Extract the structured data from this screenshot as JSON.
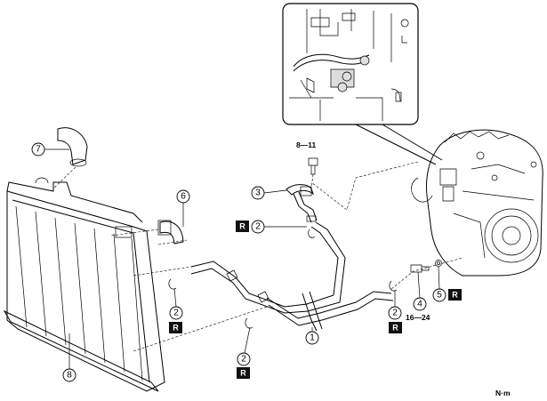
{
  "callouts": {
    "c1": "1",
    "c2a": "2",
    "c2b": "2",
    "c2c": "2",
    "c2d": "2",
    "c3": "3",
    "c4": "4",
    "c5": "5",
    "c6": "6",
    "c7": "7",
    "c8": "8"
  },
  "replace_mark": "R",
  "torque": {
    "bolt": "8—11",
    "union": "16—24"
  },
  "unit": "N·m"
}
